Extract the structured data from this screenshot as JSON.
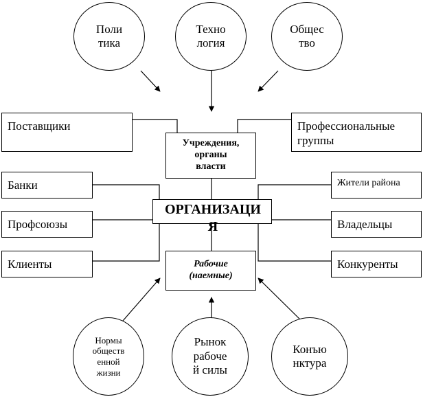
{
  "circles_top": [
    {
      "id": "politics",
      "label": "Поли\nтика"
    },
    {
      "id": "technology",
      "label": "Техно\nлогия"
    },
    {
      "id": "society",
      "label": "Общес\nтво"
    }
  ],
  "circles_bottom": [
    {
      "id": "norms",
      "label": "Нормы\nобществ\nенной\nжизни"
    },
    {
      "id": "labor_market",
      "label": "Рынок\nрабоче\nй силы"
    },
    {
      "id": "conjuncture",
      "label": "Конъю\nнктура"
    }
  ],
  "center": {
    "organization": "ОРГАНИЗАЦИ\nЯ",
    "authorities": "Учреждения,\nорганы\nвласти",
    "workers": "Рабочие\n(наемные)"
  },
  "left_boxes": [
    {
      "id": "suppliers",
      "label": "Поставщики"
    },
    {
      "id": "banks",
      "label": "Банки"
    },
    {
      "id": "trade_unions",
      "label": "Профсоюзы"
    },
    {
      "id": "clients",
      "label": "Клиенты"
    }
  ],
  "right_boxes": [
    {
      "id": "professional_groups",
      "label": "Профессиональные\nгруппы"
    },
    {
      "id": "residents",
      "label": "Жители района"
    },
    {
      "id": "owners",
      "label": "Владельцы"
    },
    {
      "id": "competitors",
      "label": "Конкуренты"
    }
  ]
}
